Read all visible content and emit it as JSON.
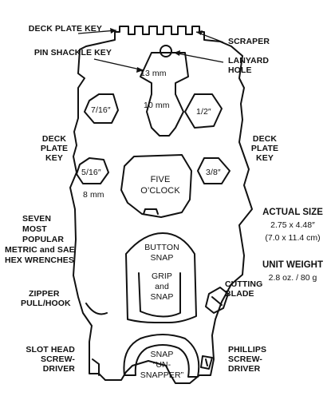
{
  "callouts": {
    "deck_plate_key_top": "DECK PLATE KEY",
    "pin_shackle_key": "PIN SHACKLE KEY",
    "scraper": "SCRAPER",
    "lanyard_hole": [
      "LANYARD",
      "HOLE"
    ],
    "deck_plate_key_left": [
      "DECK",
      "PLATE",
      "KEY"
    ],
    "deck_plate_key_right": [
      "DECK",
      "PLATE",
      "KEY"
    ],
    "hex_wrenches": [
      "SEVEN",
      "MOST",
      "POPULAR",
      "METRIC and SAE",
      "HEX WRENCHES"
    ],
    "zipper_pull": [
      "ZIPPER",
      "PULL/HOOK"
    ],
    "cutting_blade": [
      "CUTTING",
      "BLADE"
    ],
    "slot_head": [
      "SLOT HEAD",
      "SCREW-",
      "DRIVER"
    ],
    "phillips": [
      "PHILLIPS",
      "SCREW-",
      "DRIVER"
    ]
  },
  "tool_labels": {
    "mm13": "13 mm",
    "mm10": "10 mm",
    "in7_16": "7/16″",
    "in1_2": "1/2″",
    "in5_16": "5/16″",
    "mm8": "8 mm",
    "in3_8": "3/8″",
    "five_oclock": [
      "FIVE",
      "O’CLOCK"
    ],
    "button_snap": [
      "BUTTON",
      "SNAP"
    ],
    "grip_and_snap": [
      "GRIP",
      "and",
      "SNAP"
    ],
    "snap_unsnapper": [
      "SNAP",
      "“UN-",
      "SNAPPER”"
    ]
  },
  "specs": {
    "actual_size_heading": "ACTUAL SIZE",
    "actual_size_in": "2.75 x 4.48″",
    "actual_size_cm": "(7.0 x 11.4 cm)",
    "unit_weight_heading": "UNIT WEIGHT",
    "unit_weight_value": "2.8 oz. / 80 g"
  }
}
